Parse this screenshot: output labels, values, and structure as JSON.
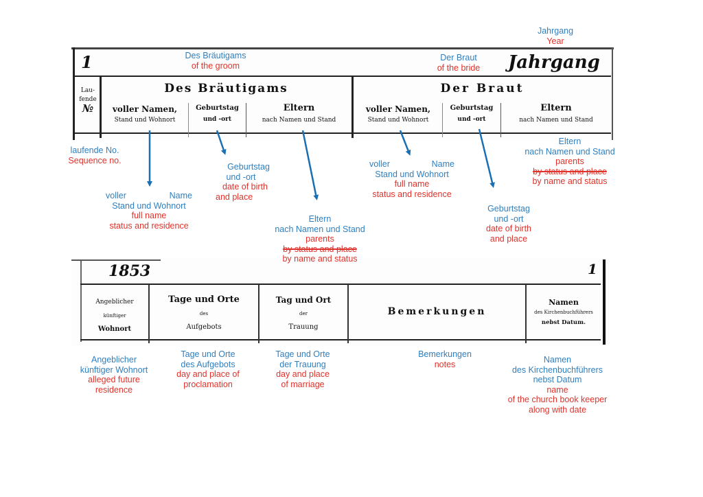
{
  "colors": {
    "german": "#2f7fbf",
    "english": "#e0322a",
    "arrow": "#1a6fb3",
    "ink": "#111111"
  },
  "top_register": {
    "entry_number": "1",
    "year_heading": "Jahrgang",
    "sequence_header": {
      "line1": "Lau-",
      "line2": "fende",
      "line3": "№"
    },
    "groom": {
      "heading": "Des Bräutigams",
      "columns": [
        {
          "title": "voller Namen,",
          "subtitle": "Stand und Wohnort"
        },
        {
          "title": "Geburtstag",
          "subtitle": "und -ort"
        },
        {
          "title": "Eltern",
          "subtitle": "nach Namen und Stand"
        }
      ]
    },
    "bride": {
      "heading": "Der Braut",
      "columns": [
        {
          "title": "voller Namen,",
          "subtitle": "Stand und Wohnort"
        },
        {
          "title": "Geburtstag",
          "subtitle": "und -ort"
        },
        {
          "title": "Eltern",
          "subtitle": "nach Namen und Stand"
        }
      ]
    }
  },
  "bottom_register": {
    "year": "1853",
    "page_number": "1",
    "columns": [
      {
        "line1": "Angeblicher",
        "line2": "künftiger",
        "line3": "Wohnort"
      },
      {
        "line1": "Tage und Orte",
        "line2": "des",
        "line3": "Aufgebots"
      },
      {
        "line1": "Tag und Ort",
        "line2": "der",
        "line3": "Trauung"
      },
      {
        "line1": "Bemerkungen"
      },
      {
        "line1": "Namen",
        "line2": "des Kirchenbuchführers",
        "line3": "nebst Datum."
      }
    ]
  },
  "annotations": {
    "year": {
      "de": "Jahrgang",
      "en": "Year"
    },
    "groom": {
      "de": "Des Bräutigams",
      "en": "of the groom"
    },
    "bride": {
      "de": "Der Braut",
      "en": "of the bride"
    },
    "sequence": {
      "de": "laufende No.",
      "en": "Sequence no."
    },
    "groom_name": {
      "de1": "voller",
      "de1b": "Name",
      "de2": "Stand und Wohnort",
      "en1": "full name",
      "en2": "status and residence"
    },
    "groom_birth": {
      "de1": "Geburtstag",
      "de2": "und -ort",
      "en1": "date of birth",
      "en2": "and place"
    },
    "groom_parents": {
      "de1": "Eltern",
      "de2": "nach Namen und Stand",
      "en1": "parents",
      "en_struck": "by status and place",
      "en2": "by name and status"
    },
    "bride_name": {
      "de1": "voller",
      "de1b": "Name",
      "de2": "Stand und Wohnort",
      "en1": "full name",
      "en2": "status and residence"
    },
    "bride_birth": {
      "de1": "Geburtstag",
      "de2": "und -ort",
      "en1": "date of birth",
      "en2": "and place"
    },
    "bride_parents": {
      "de1": "Eltern",
      "de2": "nach Namen und Stand",
      "en1": "parents",
      "en_struck": "by status and place",
      "en2": "by name and status"
    },
    "future_residence": {
      "de1": "Angeblicher",
      "de2": "künftiger Wohnort",
      "en1": "alleged future",
      "en2": "residence"
    },
    "proclamation": {
      "de1": "Tage und Orte",
      "de2": "des Aufgebots",
      "en1": "day and place of",
      "en2": "proclamation"
    },
    "marriage": {
      "de1": "Tage und Orte",
      "de2": "der Trauung",
      "en1": "day and place",
      "en2": "of marriage"
    },
    "notes": {
      "de": "Bemerkungen",
      "en": "notes"
    },
    "keeper": {
      "de1": "Namen",
      "de2": "des Kirchenbuchführers",
      "de3": "nebst Datum",
      "en1": "name",
      "en2": "of the church book keeper",
      "en3": "along with date"
    }
  }
}
